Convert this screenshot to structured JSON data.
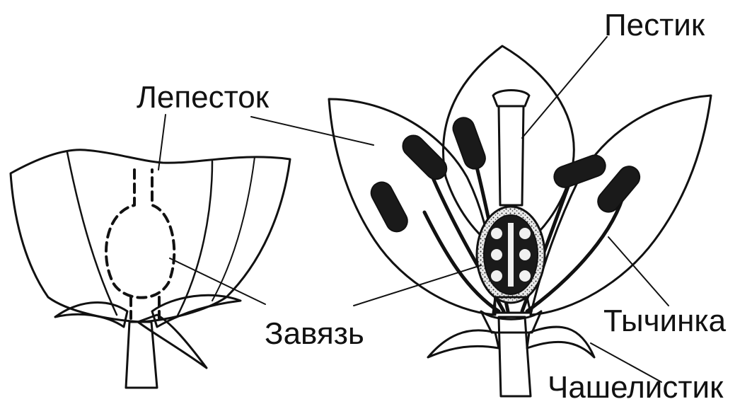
{
  "labels": {
    "pistil": "Пестик",
    "petal": "Лепесток",
    "ovary": "Завязь",
    "stamen": "Тычинка",
    "sepal": "Чашелистик"
  },
  "colors": {
    "ink": "#111111",
    "background": "#ffffff",
    "petal_fill": "#f4f4f4",
    "ovary_fill": "#1a1a1a"
  }
}
